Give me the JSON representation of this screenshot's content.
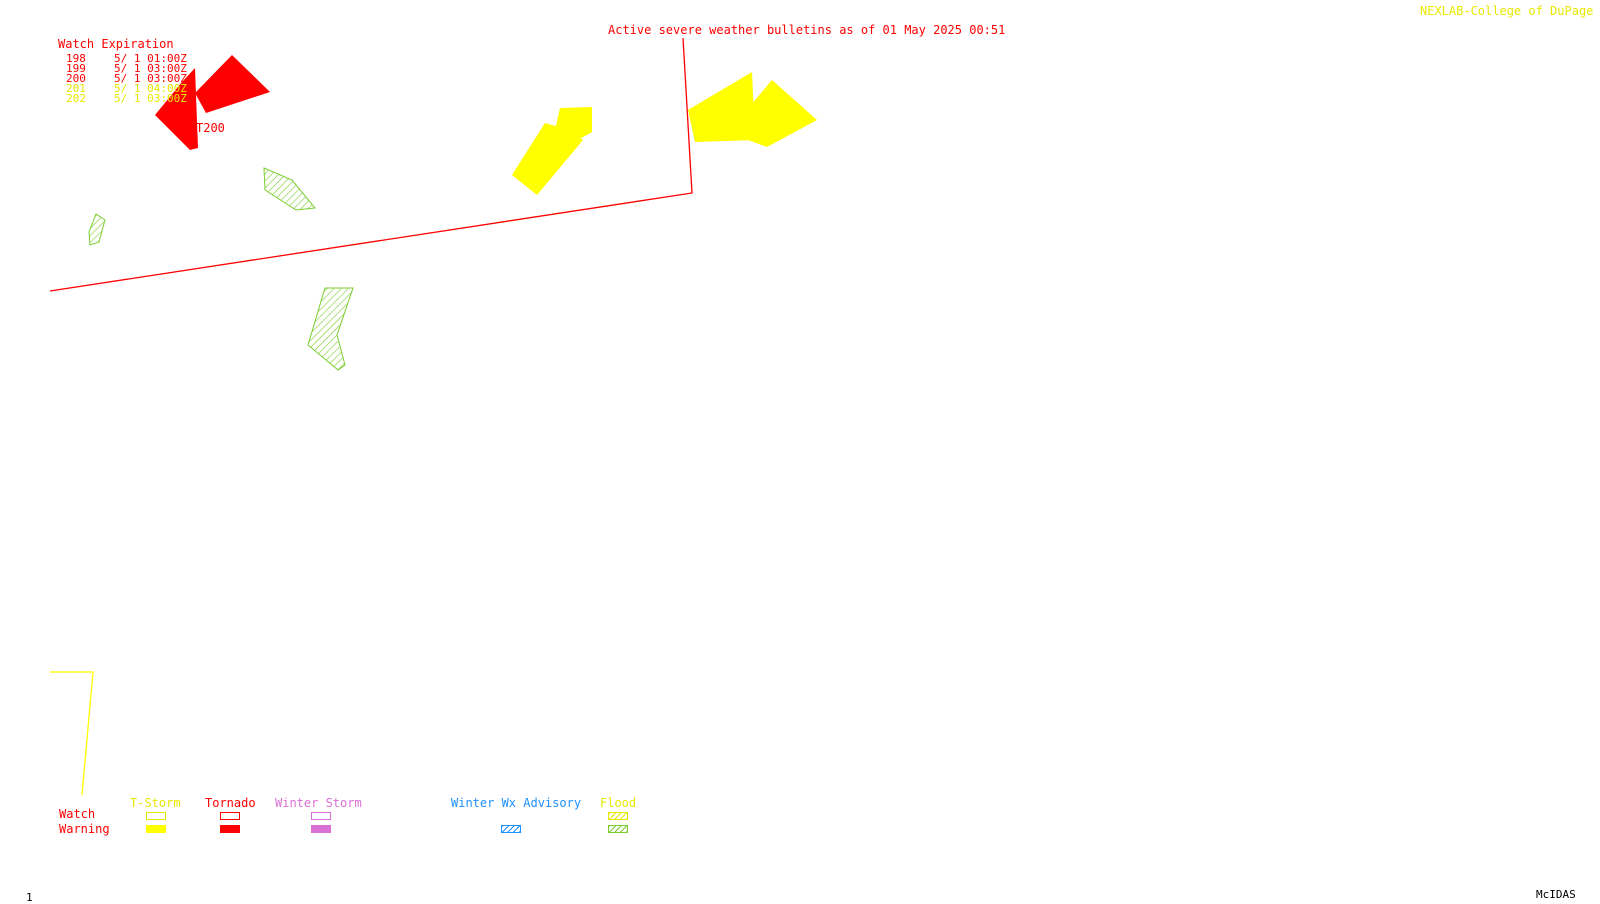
{
  "header": {
    "title": "Active severe weather bulletins as of 01 May 2025 00:51",
    "credit": "NEXLAB-College of DuPage"
  },
  "watch_table": {
    "heading": "Watch Expiration",
    "rows": [
      {
        "id": "198",
        "time": "5/ 1 01:00Z",
        "color": "#ff0000"
      },
      {
        "id": "199",
        "time": "5/ 1 03:00Z",
        "color": "#ff0000"
      },
      {
        "id": "200",
        "time": "5/ 1 03:00Z",
        "color": "#ff0000"
      },
      {
        "id": "201",
        "time": "5/ 1 04:00Z",
        "color": "#e8e800"
      },
      {
        "id": "202",
        "time": "5/ 1 03:00Z",
        "color": "#e8e800"
      }
    ]
  },
  "map_labels": {
    "watch_label": "T200"
  },
  "legend": {
    "row_watch": "Watch",
    "row_warning": "Warning",
    "categories": [
      {
        "name": "T-Storm",
        "color": "#e8e800"
      },
      {
        "name": "Tornado",
        "color": "#ff0000"
      },
      {
        "name": "Winter Storm",
        "color": "#da70d6"
      },
      {
        "name": "Winter Wx Advisory",
        "color": "#1e90ff"
      },
      {
        "name": "Flood",
        "color": "#e8e800",
        "warning_color": "#7ccd2e"
      }
    ]
  },
  "footer": {
    "frame_number": "1",
    "software": "McIDAS"
  },
  "colors": {
    "tornado": "#ff0000",
    "tstorm": "#ffff00",
    "flood": "#7ccd2e",
    "background": "#ffffff"
  }
}
